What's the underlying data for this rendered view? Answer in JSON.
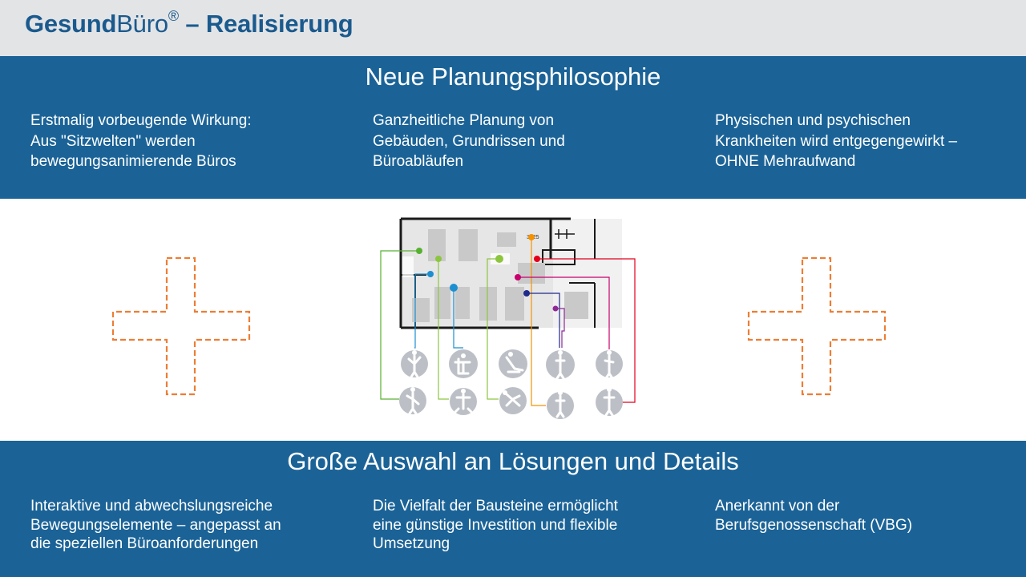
{
  "header": {
    "title_brand_bold": "Gesund",
    "title_brand_regular": "Büro",
    "title_registered": "®",
    "title_rest": " – Realisierung"
  },
  "section_top": {
    "title": "Neue Planungsphilosophie",
    "columns": [
      {
        "lines": [
          "Erstmalig vorbeugende Wirkung:",
          "Aus \"Sitzwelten\" werden",
          "bewegungsanimierende Büros"
        ]
      },
      {
        "lines": [
          "Ganzheitliche Planung von",
          "Gebäuden, Grundrissen und",
          "Büroabläufen"
        ]
      },
      {
        "lines": [
          "Physischen und psychischen",
          "Krankheiten wird entgegengewirkt –",
          "OHNE Mehraufwand"
        ]
      }
    ]
  },
  "section_bottom": {
    "title": "Große Auswahl an Lösungen und Details",
    "columns": [
      {
        "lines": [
          "Interaktive und abwechslungsreiche",
          "Bewegungselemente – angepasst an",
          "die speziellen Büroanforderungen"
        ]
      },
      {
        "lines": [
          "Die Vielfalt der Bausteine ermöglicht",
          "eine günstige Investition und flexible",
          "Umsetzung"
        ]
      },
      {
        "lines": [
          "Anerkannt von der",
          "Berufsgenossenschaft (VBG)"
        ]
      }
    ]
  },
  "colors": {
    "brand_blue": "#1b6397",
    "header_gray": "#e3e4e6",
    "plus_outline": "#ee7d33",
    "marker_green": "#58b030",
    "marker_lime": "#8cc63f",
    "marker_blue": "#1c8fd0",
    "marker_orange": "#f39200",
    "marker_red": "#e3001b",
    "marker_magenta": "#c8006e",
    "marker_navy": "#1f2a8a",
    "marker_purple": "#8e2a96"
  },
  "diagram": {
    "room_label": "3325",
    "icons": [
      "plus-outline-icon",
      "office-floorplan-icon",
      "exercise-figure-icon"
    ]
  }
}
